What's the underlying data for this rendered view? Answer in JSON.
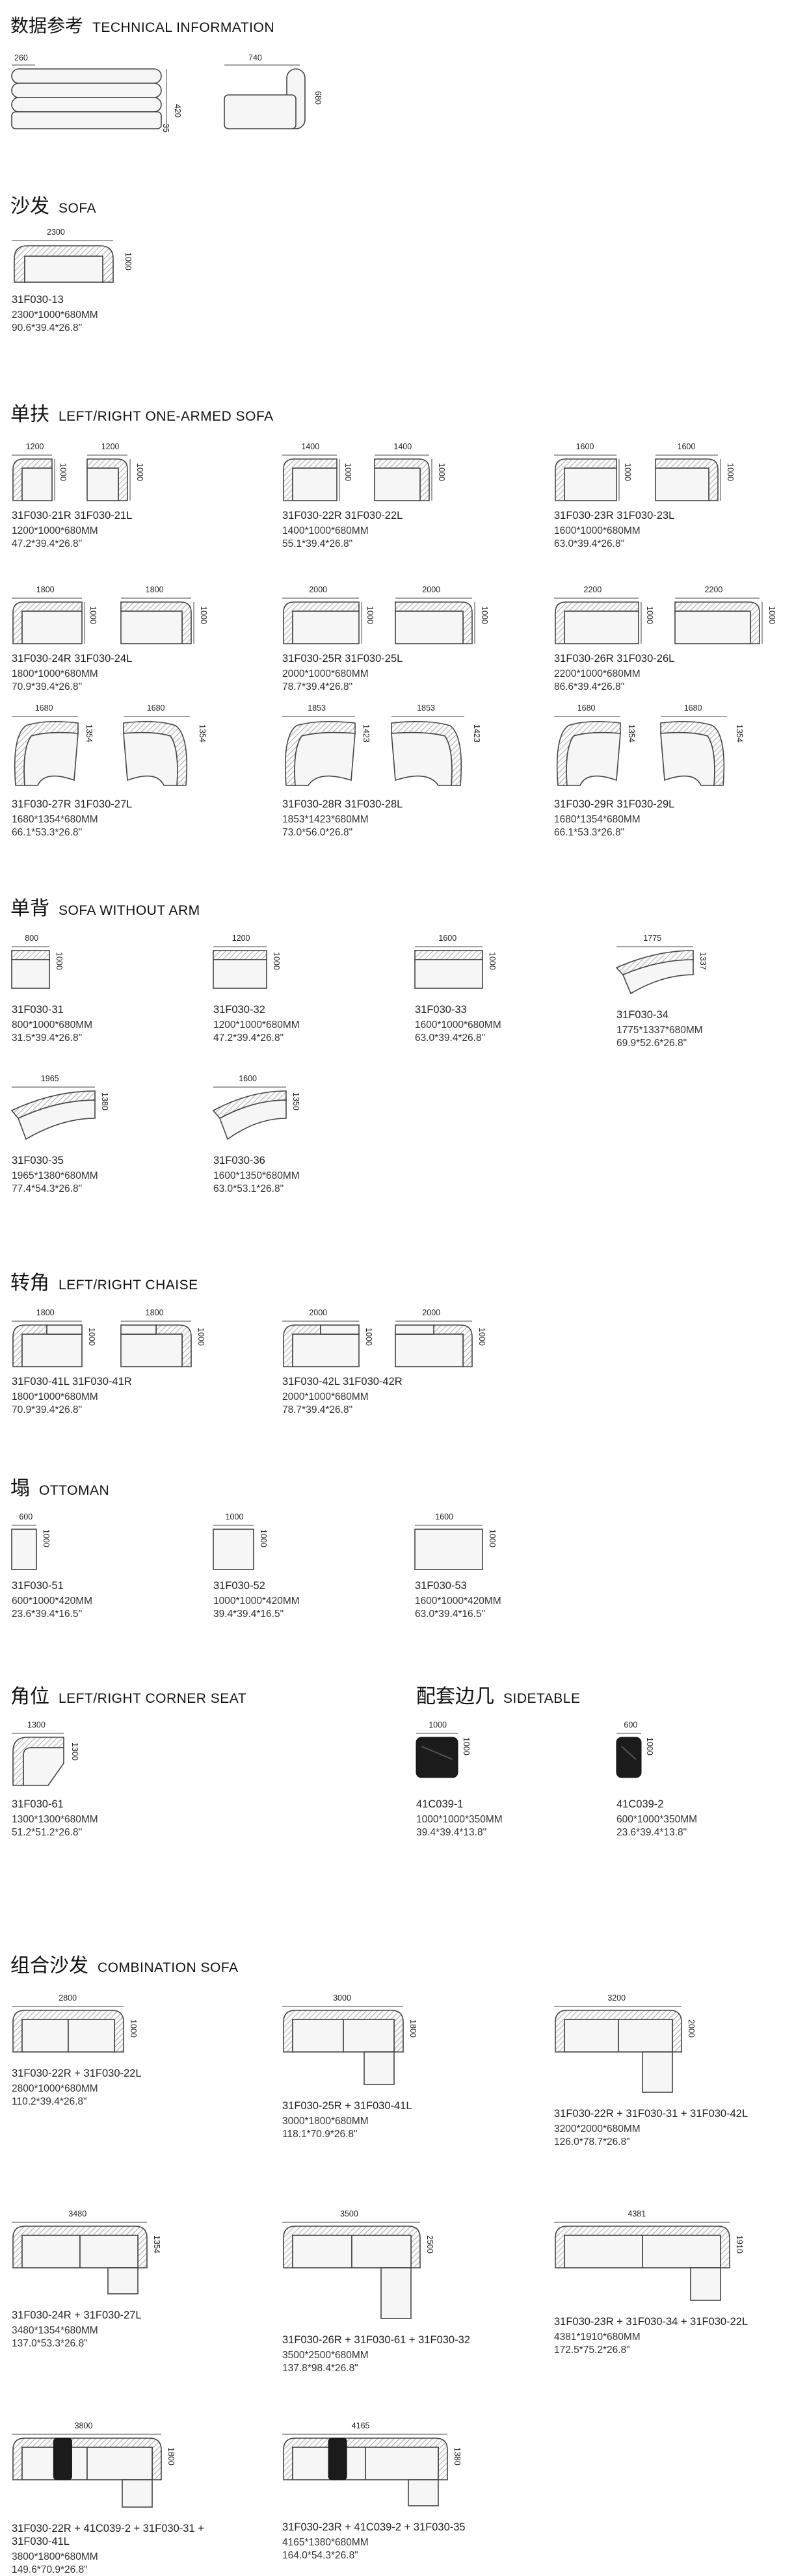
{
  "technical": {
    "title_cn": "数据参考",
    "title_en": "TECHNICAL INFORMATION",
    "dims": [
      "260",
      "420",
      "35",
      "740",
      "680"
    ]
  },
  "sofa": {
    "title_cn": "沙发",
    "title_en": "SOFA",
    "items": [
      {
        "code": "31F030-13",
        "mm": "2300*1000*680MM",
        "inch": "90.6*39.4*26.8\"",
        "w": "2300",
        "d": "1000"
      }
    ]
  },
  "armed": {
    "title_cn": "单扶",
    "title_en": "LEFT/RIGHT ONE-ARMED SOFA",
    "items": [
      {
        "code": "31F030-21R   31F030-21L",
        "mm": "1200*1000*680MM",
        "inch": "47.2*39.4*26.8\"",
        "w1": "1200",
        "w2": "1200",
        "d": "1000"
      },
      {
        "code": "31F030-22R       31F030-22L",
        "mm": "1400*1000*680MM",
        "inch": "55.1*39.4*26.8\"",
        "w1": "1400",
        "w2": "1400",
        "d": "1000"
      },
      {
        "code": "31F030-23R       31F030-23L",
        "mm": "1600*1000*680MM",
        "inch": "63.0*39.4*26.8\"",
        "w1": "1600",
        "w2": "1600",
        "d": "1000"
      },
      {
        "code": "31F030-24R          31F030-24L",
        "mm": "1800*1000*680MM",
        "inch": "70.9*39.4*26.8\"",
        "w1": "1800",
        "w2": "1800",
        "d": "1000"
      },
      {
        "code": "31F030-25R          31F030-25L",
        "mm": "2000*1000*680MM",
        "inch": "78.7*39.4*26.8\"",
        "w1": "2000",
        "w2": "2000",
        "d": "1000"
      },
      {
        "code": "31F030-26R             31F030-26L",
        "mm": "2200*1000*680MM",
        "inch": "86.6*39.4*26.8\"",
        "w1": "2200",
        "w2": "2200",
        "d": "1000"
      },
      {
        "code": "31F030-27R          31F030-27L",
        "mm": "1680*1354*680MM",
        "inch": "66.1*53.3*26.8\"",
        "w1": "1680",
        "w2": "1680",
        "d": "1354"
      },
      {
        "code": "31F030-28R           31F030-28L",
        "mm": "1853*1423*680MM",
        "inch": "73.0*56.0*26.8\"",
        "w1": "1853",
        "w2": "1853",
        "d": "1423"
      },
      {
        "code": "31F030-29R          31F030-29L",
        "mm": "1680*1354*680MM",
        "inch": "66.1*53.3*26.8\"",
        "w1": "1680",
        "w2": "1680",
        "d": "1354"
      }
    ]
  },
  "noarm": {
    "title_cn": "单背",
    "title_en": "SOFA WITHOUT ARM",
    "items": [
      {
        "code": "31F030-31",
        "mm": "800*1000*680MM",
        "inch": "31.5*39.4*26.8\"",
        "w": "800",
        "d": "1000"
      },
      {
        "code": "31F030-32",
        "mm": "1200*1000*680MM",
        "inch": "47.2*39.4*26.8\"",
        "w": "1200",
        "d": "1000"
      },
      {
        "code": "31F030-33",
        "mm": "1600*1000*680MM",
        "inch": "63.0*39.4*26.8\"",
        "w": "1600",
        "d": "1000"
      },
      {
        "code": "31F030-34",
        "mm": "1775*1337*680MM",
        "inch": "69.9*52.6*26.8\"",
        "w": "1775",
        "d": "1337"
      },
      {
        "code": "31F030-35",
        "mm": "1965*1380*680MM",
        "inch": "77.4*54.3*26.8\"",
        "w": "1965",
        "d": "1380"
      },
      {
        "code": "31F030-36",
        "mm": "1600*1350*680MM",
        "inch": "63.0*53.1*26.8\"",
        "w": "1600",
        "d": "1350"
      }
    ]
  },
  "chaise": {
    "title_cn": "转角",
    "title_en": "LEFT/RIGHT CHAISE",
    "items": [
      {
        "code": "31F030-41L         31F030-41R",
        "mm": "1800*1000*680MM",
        "inch": "70.9*39.4*26.8\"",
        "w1": "1800",
        "w2": "1800",
        "d": "1000"
      },
      {
        "code": "31F030-42L            31F030-42R",
        "mm": "2000*1000*680MM",
        "inch": "78.7*39.4*26.8\"",
        "w1": "2000",
        "w2": "2000",
        "d": "1000"
      }
    ]
  },
  "ottoman": {
    "title_cn": "塌",
    "title_en": "OTTOMAN",
    "items": [
      {
        "code": "31F030-51",
        "mm": "600*1000*420MM",
        "inch": "23.6*39.4*16.5\"",
        "w": "600",
        "d": "1000"
      },
      {
        "code": "31F030-52",
        "mm": "1000*1000*420MM",
        "inch": "39.4*39.4*16.5\"",
        "w": "1000",
        "d": "1000"
      },
      {
        "code": "31F030-53",
        "mm": "1600*1000*420MM",
        "inch": "63.0*39.4*16.5\"",
        "w": "1600",
        "d": "1000"
      }
    ]
  },
  "corner": {
    "title_cn": "角位",
    "title_en": "LEFT/RIGHT CORNER SEAT",
    "items": [
      {
        "code": "31F030-61",
        "mm": "1300*1300*680MM",
        "inch": "51.2*51.2*26.8\"",
        "w": "1300",
        "d": "1300"
      }
    ]
  },
  "sidetable": {
    "title_cn": "配套边几",
    "title_en": "SIDETABLE",
    "items": [
      {
        "code": "41C039-1",
        "mm": "1000*1000*350MM",
        "inch": "39.4*39.4*13.8\"",
        "w": "1000",
        "d": "1000"
      },
      {
        "code": "41C039-2",
        "mm": "600*1000*350MM",
        "inch": "23.6*39.4*13.8\"",
        "w": "600",
        "d": "1000"
      }
    ]
  },
  "combination": {
    "title_cn": "组合沙发",
    "title_en": "COMBINATION SOFA",
    "items": [
      {
        "code": "31F030-22R + 31F030-22L",
        "mm": "2800*1000*680MM",
        "inch": "110.2*39.4*26.8\"",
        "w": "2800",
        "d": "1000"
      },
      {
        "code": "31F030-25R + 31F030-41L",
        "mm": "3000*1800*680MM",
        "inch": "118.1*70.9*26.8\"",
        "w": "3000",
        "d": "1800"
      },
      {
        "code": "31F030-22R + 31F030-31 + 31F030-42L",
        "mm": "3200*2000*680MM",
        "inch": "126.0*78.7*26.8\"",
        "w": "3200",
        "d": "2000"
      },
      {
        "code": "31F030-24R + 31F030-27L",
        "mm": "3480*1354*680MM",
        "inch": "137.0*53.3*26.8\"",
        "w": "3480",
        "d": "1354"
      },
      {
        "code": "31F030-26R + 31F030-61 + 31F030-32",
        "mm": "3500*2500*680MM",
        "inch": "137.8*98.4*26.8\"",
        "w": "3500",
        "d": "2500"
      },
      {
        "code": "31F030-23R + 31F030-34 + 31F030-22L",
        "mm": "4381*1910*680MM",
        "inch": "172.5*75.2*26.8\"",
        "w": "4381",
        "d": "1910"
      },
      {
        "code": "31F030-22R + 41C039-2 + 31F030-31 +",
        "code2": "31F030-41L",
        "mm": "3800*1800*680MM",
        "inch": "149.6*70.9*26.8\"",
        "w": "3800",
        "d": "1800"
      },
      {
        "code": "31F030-23R + 41C039-2 + 31F030-35",
        "mm": "4165*1380*680MM",
        "inch": "164.0*54.3*26.8\"",
        "w": "4165",
        "d": "1380"
      }
    ]
  }
}
